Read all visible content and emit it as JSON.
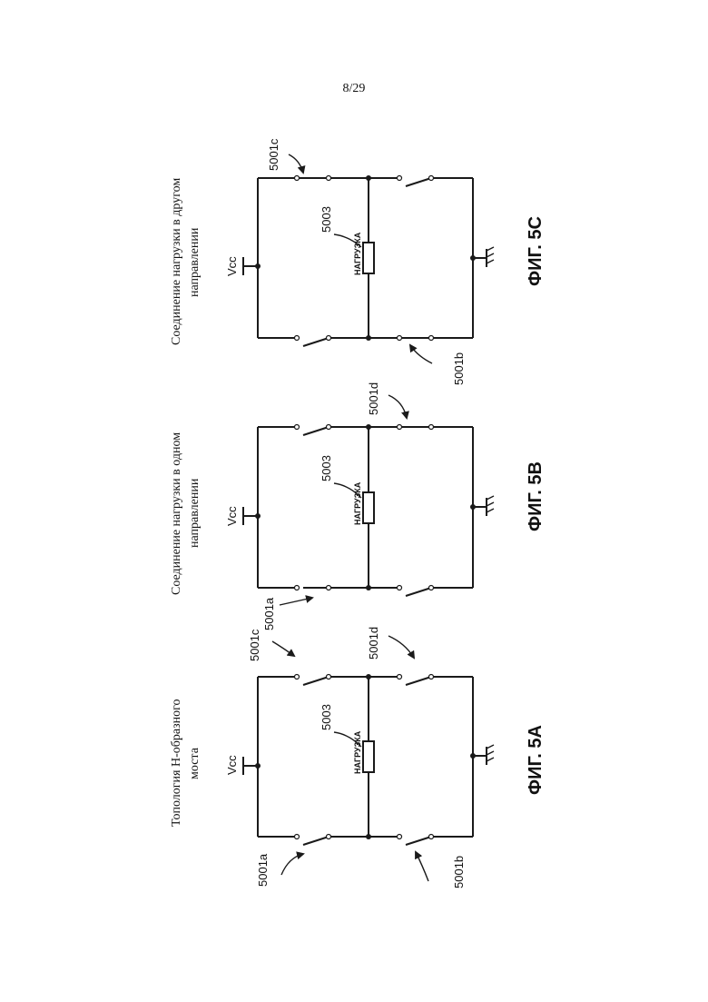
{
  "page_number": "8/29",
  "fig_a": {
    "caption_line1": "Топология H-образного",
    "caption_line2": "моста",
    "vcc": "Vcc",
    "load_label": "НАГРУЗКА",
    "load_ref": "5003",
    "sw_a": "5001a",
    "sw_b": "5001b",
    "sw_c": "5001c",
    "sw_d": "5001d",
    "fig_label": "ФИГ. 5А"
  },
  "fig_b": {
    "caption_line1": "Соединение нагрузки в одном",
    "caption_line2": "направлении",
    "vcc": "Vcc",
    "load_label": "НАГРУЗКА",
    "load_ref": "5003",
    "sw_a": "5001a",
    "sw_d": "5001d",
    "fig_label": "ФИГ. 5В"
  },
  "fig_c": {
    "caption_line1": "Соединение нагрузки в другом",
    "caption_line2": "направлении",
    "vcc": "Vcc",
    "load_label": "НАГРУЗКА",
    "load_ref": "5003",
    "sw_c": "5001c",
    "sw_b": "5001b",
    "fig_label": "ФИГ. 5С"
  }
}
